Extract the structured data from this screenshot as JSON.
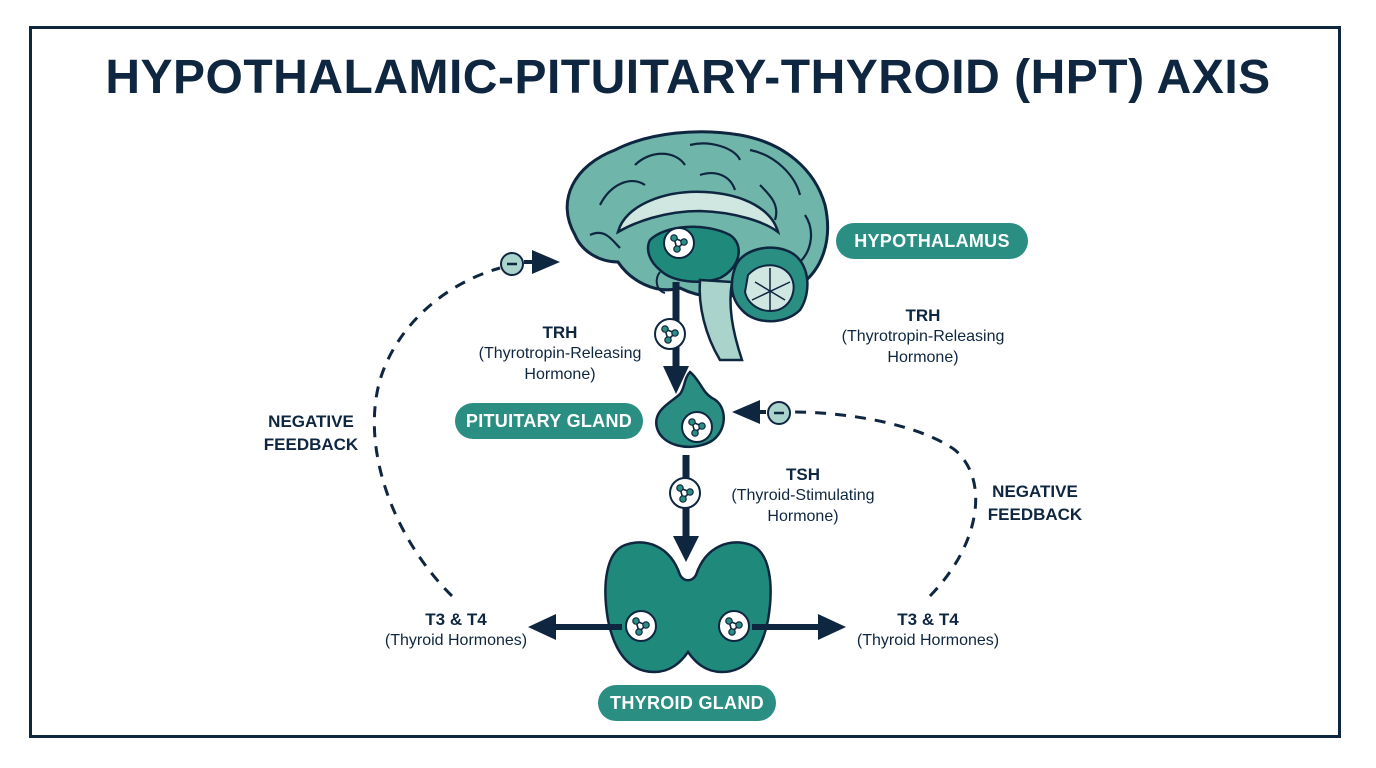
{
  "title": "HYPOTHALAMIC-PITUITARY-THYROID (HPT) AXIS",
  "labels": {
    "hypothalamus": "HYPOTHALAMUS",
    "pituitary": "PITUITARY GLAND",
    "thyroid": "THYROID GLAND"
  },
  "hormones": {
    "trh_left": {
      "name": "TRH",
      "line1": "(Thyrotropin-Releasing",
      "line2": "Hormone)"
    },
    "trh_right": {
      "name": "TRH",
      "line1": "(Thyrotropin-Releasing",
      "line2": "Hormone)"
    },
    "tsh": {
      "name": "TSH",
      "line1": "(Thyroid-Stimulating",
      "line2": "Hormone)"
    },
    "t3t4_left": {
      "name": "T3 & T4",
      "line1": "(Thyroid Hormones)"
    },
    "t3t4_right": {
      "name": "T3 & T4",
      "line1": "(Thyroid Hormones)"
    }
  },
  "feedback": {
    "left": {
      "line1": "NEGATIVE",
      "line2": "FEEDBACK"
    },
    "right": {
      "line1": "NEGATIVE",
      "line2": "FEEDBACK"
    }
  },
  "colors": {
    "navy": "#0f2640",
    "teal_dark": "#1f8a7c",
    "teal_mid": "#6fb5aa",
    "teal_light": "#a9d3cb",
    "teal_pale": "#cfe6e1"
  },
  "icons": [
    "molecule-icon",
    "minus-icon"
  ]
}
